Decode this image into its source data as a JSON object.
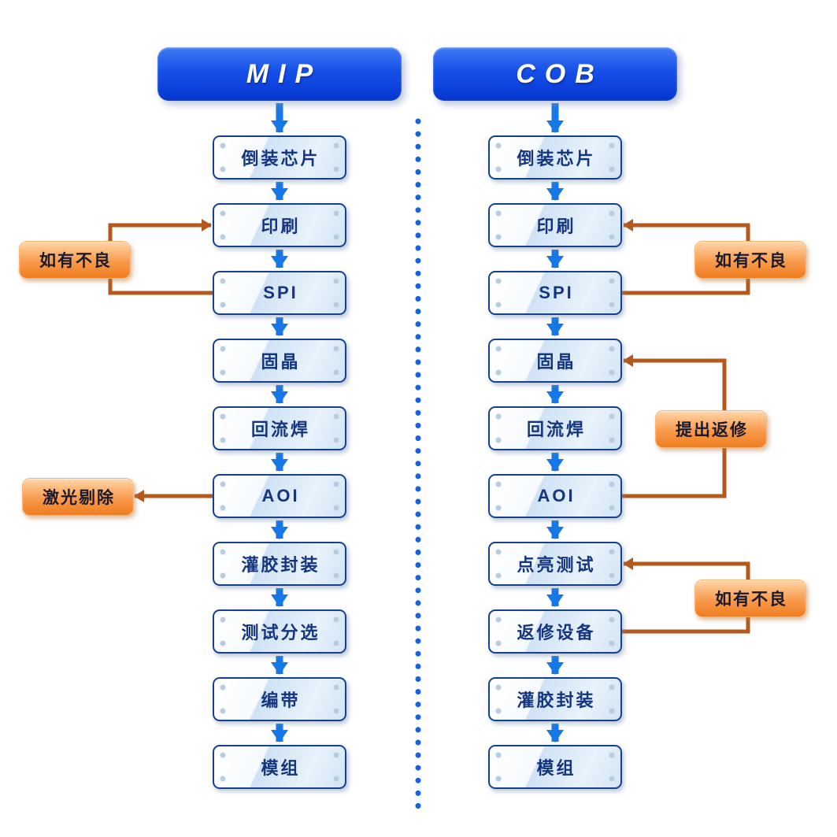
{
  "diagram": {
    "left": {
      "header": "MIP",
      "steps": [
        "倒装芯片",
        "印刷",
        "SPI",
        "固晶",
        "回流焊",
        "AOI",
        "灌胶封装",
        "测试分选",
        "编带",
        "模组"
      ]
    },
    "right": {
      "header": "COB",
      "steps": [
        "倒装芯片",
        "印刷",
        "SPI",
        "固晶",
        "回流焊",
        "AOI",
        "点亮测试",
        "返修设备",
        "灌胶封装",
        "模组"
      ]
    },
    "annotations": {
      "mip_defect": "如有不良",
      "mip_laser": "激光剔除",
      "cob_defect_top": "如有不良",
      "cob_rework": "提出返修",
      "cob_defect_bottom": "如有不良"
    }
  },
  "colors": {
    "header_blue": "#0b3fd6",
    "flow_arrow_blue": "#1677e6",
    "divider_blue": "#1565d8",
    "loop_arrow_orange": "#b4581c",
    "annotation_orange": "#ef7d1f",
    "box_border_navy": "#15418f",
    "box_text_navy": "#14357f"
  }
}
